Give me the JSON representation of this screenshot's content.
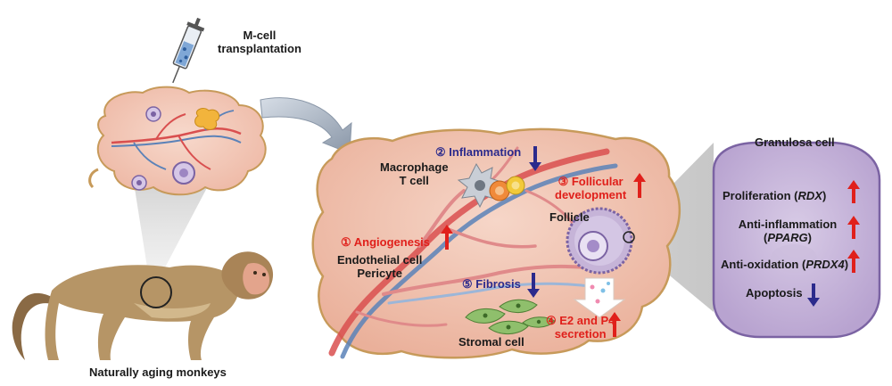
{
  "colors": {
    "red_arrow": "#e0201b",
    "blue_arrow": "#2b2a8c",
    "ovary_fill": "#f1c4b3",
    "ovary_outline": "#c79a5a",
    "granulosa_fill": "#c6b4d8",
    "granulosa_outline": "#7b63a3",
    "vessel_red": "#d94f4f",
    "vessel_blue": "#5b82b8"
  },
  "icons": [
    "syringe-icon",
    "monkey-icon",
    "macrophage-icon",
    "t-cell-icon",
    "stromal-cell-icon",
    "follicle-icon",
    "up-arrow-icon",
    "down-arrow-icon",
    "curved-arrow-icon"
  ],
  "labels": {
    "transplant_line1": "M-cell",
    "transplant_line2": "transplantation",
    "monkeys": "Naturally aging monkeys",
    "inflammation": "② Inflammation",
    "macrophage": "Macrophage",
    "t_cell": "T cell",
    "follicular_line1": "③ Follicular",
    "follicular_line2": "development",
    "follicle": "Follicle",
    "angiogenesis": "① Angiogenesis",
    "endothelial": "Endothelial cell",
    "pericyte": "Pericyte",
    "fibrosis": "⑤ Fibrosis",
    "stromal": "Stromal cell",
    "e2p4_line1": "④ E2 and P4",
    "e2p4_line2": "secretion"
  },
  "granulosa": {
    "title": "Granulosa cell",
    "items": [
      {
        "text": "Proliferation (",
        "gene": "RDX",
        "close": ")",
        "direction": "up"
      },
      {
        "text": "Anti-inflammation",
        "gene": "PPARG",
        "close": ")",
        "direction": "up"
      },
      {
        "text": "Anti-oxidation (",
        "gene": "PRDX4",
        "close": ")",
        "direction": "up"
      },
      {
        "text": "Apoptosis",
        "gene": "",
        "close": "",
        "direction": "down"
      }
    ]
  }
}
